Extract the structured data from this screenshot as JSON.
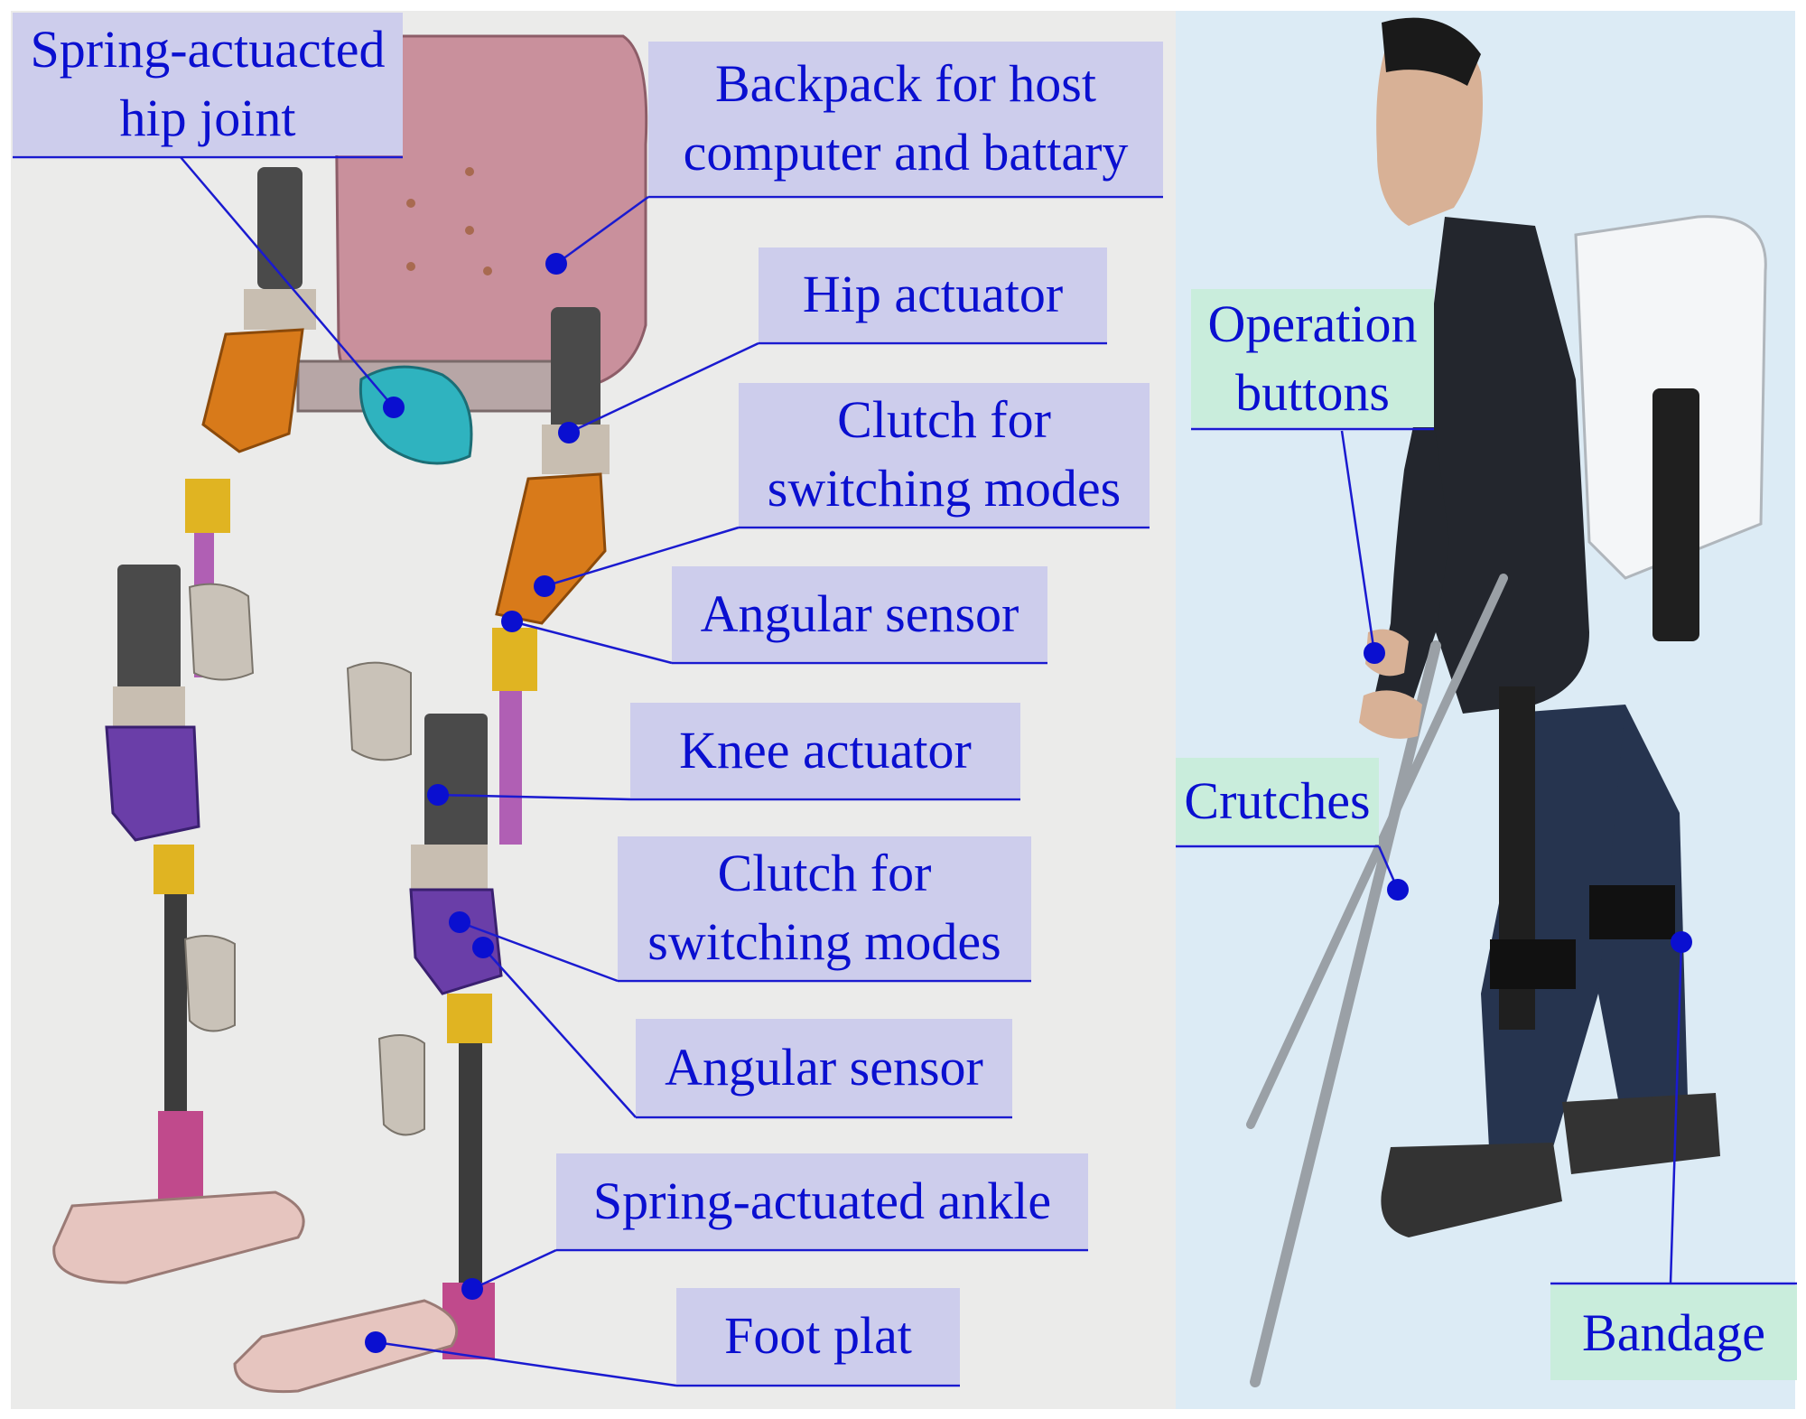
{
  "labels": {
    "spring_hip": [
      "Spring-actuacted",
      "hip joint"
    ],
    "backpack": [
      "Backpack for host",
      "computer and battary"
    ],
    "hip_actuator": "Hip actuator",
    "clutch_hip": [
      "Clutch for",
      "switching modes"
    ],
    "angular_sensor_hip": "Angular sensor",
    "knee_actuator": "Knee actuator",
    "clutch_knee": [
      "Clutch for",
      "switching modes"
    ],
    "angular_sensor_knee": "Angular sensor",
    "spring_ankle": "Spring-actuated ankle",
    "foot_plat": "Foot plat",
    "operation_buttons": [
      "Operation",
      "buttons"
    ],
    "crutches": "Crutches",
    "bandage": "Bandage"
  },
  "colors": {
    "label_text": "#0a0fd0",
    "leader_line": "#1a1ad0",
    "label_bg_cad": "#cdcdec",
    "label_bg_photo": "#c9eddc"
  }
}
